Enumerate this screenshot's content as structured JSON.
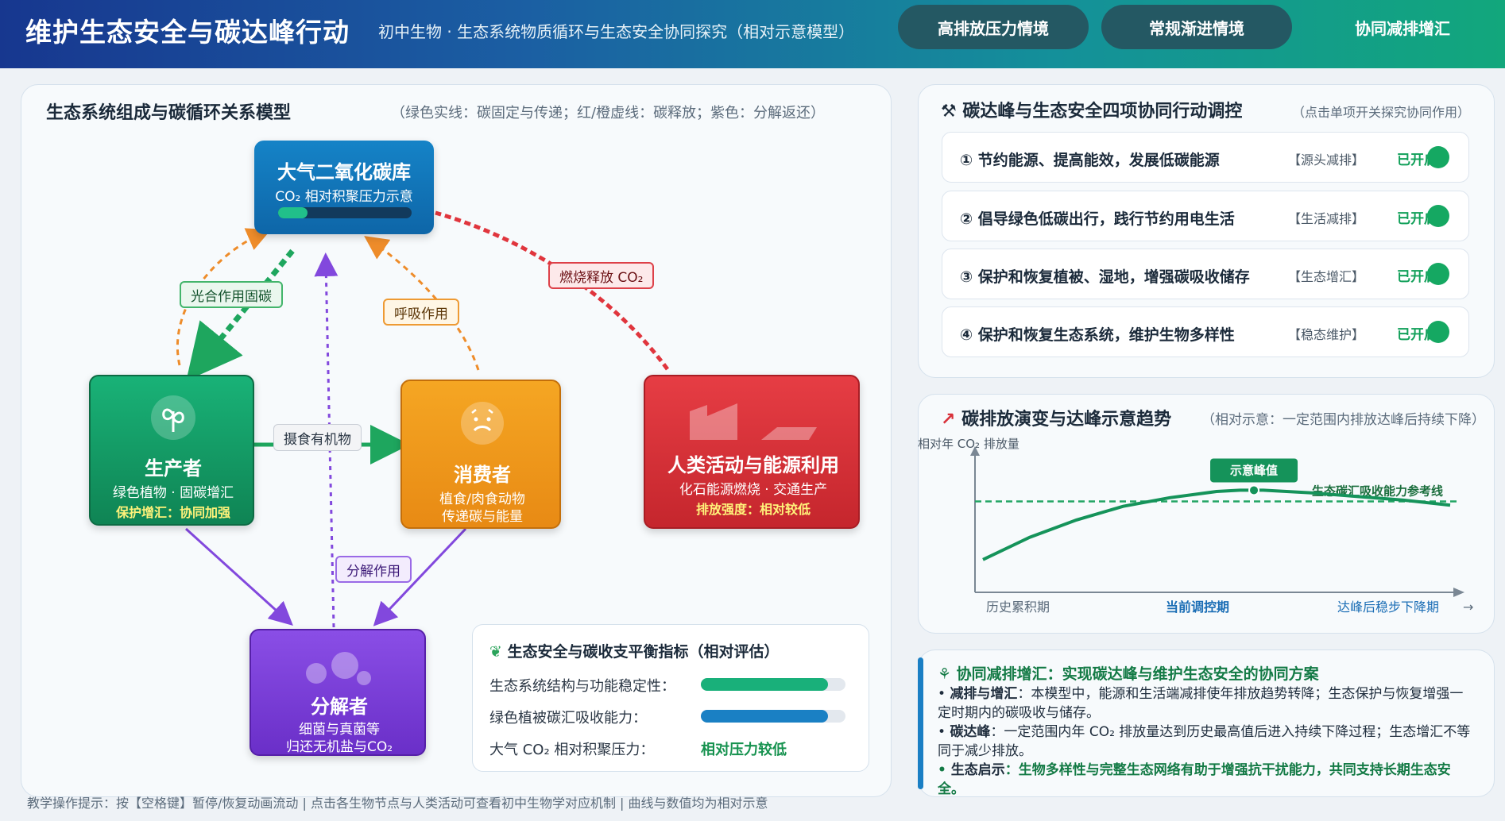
{
  "header": {
    "title": "维护生态安全与碳达峰行动",
    "subtitle": "初中生物 · 生态系统物质循环与生态安全协同探究（相对示意模型）",
    "scenarios": [
      "高排放压力情境",
      "常规渐进情境",
      "协同减排增汇"
    ],
    "active_scenario": "协同减排增汇"
  },
  "diagram": {
    "title": "生态系统组成与碳循环关系模型",
    "legend_note": "（绿色实线：碳固定与传递；红/橙虚线：碳释放；紫色：分解返还）",
    "co2_pool": {
      "title": "大气二氧化碳库",
      "subtitle": "CO₂ 相对积聚压力示意",
      "pressure_level": 0.22
    },
    "producer": {
      "title": "生产者",
      "line1": "绿色植物 · 固碳增汇",
      "highlight": "保护增汇：协同加强"
    },
    "consumer": {
      "title": "消费者",
      "line1": "植食/肉食动物",
      "line2": "传递碳与能量"
    },
    "human": {
      "title": "人类活动与能源利用",
      "line1": "化石能源燃烧 · 交通生产",
      "highlight": "排放强度：相对较低"
    },
    "decomposer": {
      "title": "分解者",
      "line1": "细菌与真菌等",
      "line2": "归还无机盐与CO₂"
    },
    "edge_labels": {
      "photosynthesis": "光合作用固碳",
      "respiration": "呼吸作用",
      "combustion": "燃烧释放 CO₂",
      "feeding": "摄食有机物",
      "decomposition": "分解作用"
    }
  },
  "metrics": {
    "title": "生态安全与碳收支平衡指标（相对评估）",
    "items": [
      {
        "label": "生态系统结构与功能稳定性：",
        "value": 0.88,
        "color": "#19b07a"
      },
      {
        "label": "绿色植被碳汇吸收能力：",
        "value": 0.88,
        "color": "#1a80c4"
      }
    ],
    "pressure_label": "大气 CO₂ 相对积聚压力：",
    "pressure_value": "相对压力较低"
  },
  "footer_hint": "教学操作提示：按【空格键】暂停/恢复动画流动 | 点击各生物节点与人类活动可查看初中生物学对应机制 | 曲线与数值均为相对示意",
  "actions": {
    "title": "碳达峰与生态安全四项协同行动调控",
    "note": "（点击单项开关探究协同作用）",
    "items": [
      {
        "label": "① 节约能源、提高能效，发展低碳能源",
        "tag": "【源头减排】",
        "state": "已开启"
      },
      {
        "label": "② 倡导绿色低碳出行，践行节约用电生活",
        "tag": "【生活减排】",
        "state": "已开启"
      },
      {
        "label": "③ 保护和恢复植被、湿地，增强碳吸收储存",
        "tag": "【生态增汇】",
        "state": "已开启"
      },
      {
        "label": "④ 保护和恢复生态系统，维护生物多样性",
        "tag": "【稳态维护】",
        "state": "已开启"
      }
    ]
  },
  "trend": {
    "title": "碳排放演变与达峰示意趋势",
    "note": "（相对示意：一定范围内排放达峰后持续下降）",
    "ylabel": "相对年 CO₂ 排放量",
    "peak_label": "示意峰值",
    "reference_label": "生态碳汇吸收能力参考线",
    "x_labels": [
      "历史累积期",
      "当前调控期",
      "达峰后稳步下降期"
    ],
    "x_arrow": "→"
  },
  "chart_data": {
    "type": "line",
    "title": "碳排放演变与达峰示意趋势",
    "ylabel": "相对年 CO₂ 排放量",
    "categories": [
      "历史累积期",
      "当前调控期",
      "达峰后稳步下降期"
    ],
    "x": [
      0,
      0.1,
      0.2,
      0.3,
      0.4,
      0.5,
      0.55,
      0.6,
      0.7,
      0.8,
      0.9,
      1.0
    ],
    "series": [
      {
        "values": [
          0.2,
          0.38,
          0.52,
          0.63,
          0.7,
          0.75,
          0.76,
          0.76,
          0.74,
          0.71,
          0.68,
          0.64
        ]
      }
    ],
    "reference_line": {
      "label": "生态碳汇吸收能力参考线",
      "value": 0.67
    },
    "peak": {
      "label": "示意峰值",
      "x": 0.58,
      "y": 0.76
    },
    "ylim": [
      0,
      1
    ],
    "grid": false
  },
  "info": {
    "title": "协同减排增汇：实现碳达峰与维护生态安全的协同方案",
    "p1_key": "减排与增汇",
    "p1_text": "：本模型中，能源和生活端减排使年排放趋势转降；生态保护与恢复增强一定时期内的碳吸收与储存。",
    "p2_key": "碳达峰",
    "p2_text": "：一定范围内年 CO₂ 排放量达到历史最高值后进入持续下降过程；生态增汇不等同于减少排放。",
    "p3_key": "生态启示",
    "p3_text": "：生物多样性与完整生态网络有助于增强抗干扰能力，共同支持长期生态安全。"
  },
  "colors": {
    "producer": "#169a63",
    "consumer": "#ef9a1c",
    "human": "#d8313a",
    "decomposer": "#7a3fd8",
    "co2_pool": "#1175b8",
    "fix_line": "#1ea65e",
    "release_line": "#e0353d",
    "resp_line": "#ee8c2a",
    "decomp_line": "#8248dd"
  }
}
